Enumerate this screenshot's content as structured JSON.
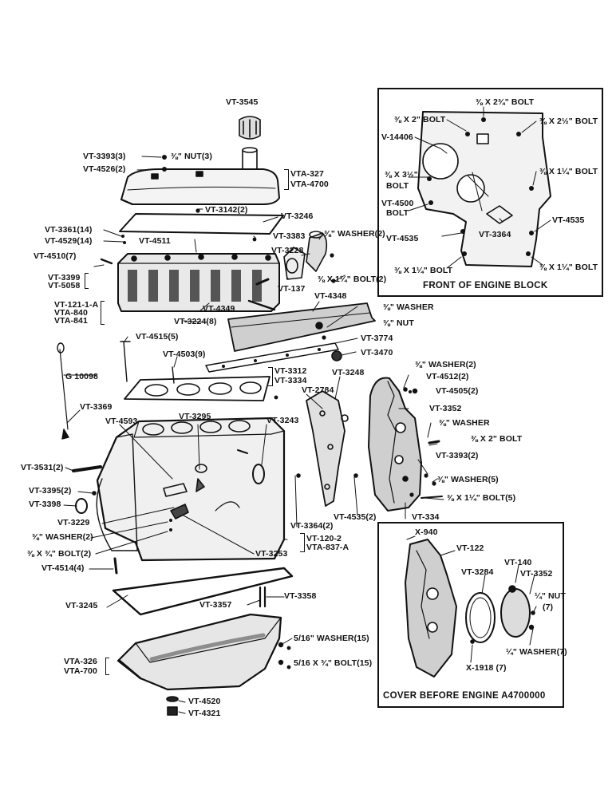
{
  "colors": {
    "ink": "#111111",
    "paper": "#ffffff",
    "shade": "#6a6a6a"
  },
  "captions": {
    "front": "FRONT OF ENGINE BLOCK",
    "cover": "COVER BEFORE ENGINE A4700000"
  },
  "labels": {
    "vt3545": "VT-3545",
    "vt3393_3": "VT-3393(3)",
    "nut3": "⅜\" NUT(3)",
    "vt4526_2": "VT-4526(2)",
    "vta327": "VTA-327",
    "vta4700": "VTA-4700",
    "vt3142_2": "VT-3142(2)",
    "vt3246": "VT-3246",
    "vt3361_14": "VT-3361(14)",
    "vt4529_14": "VT-4529(14)",
    "vt4511": "VT-4511",
    "vt3383": "VT-3383",
    "washer2_top": "⅜\" WASHER(2)",
    "vt4510_7": "VT-4510(7)",
    "vt3228": "VT-3228",
    "vt3399": "VT-3399",
    "vt5058": "VT-5058",
    "vt137": "VT-137",
    "bolt2_top": "⅜ X 1¼\" BOLT(2)",
    "vt121": "VT-121-1-A",
    "vta840": "VTA-840",
    "vta841": "VTA-841",
    "vt4349": "VT-4349",
    "vt4348": "VT-4348",
    "vt3224_8": "VT-3224(8)",
    "washer_mid": "⅜\" WASHER",
    "nut_mid": "⅜\" NUT",
    "vt4515_5": "VT-4515(5)",
    "vt3774": "VT-3774",
    "vt4503_9": "VT-4503(9)",
    "vt3470": "VT-3470",
    "g10098": "G 10098",
    "vt3312": "VT-3312",
    "vt3334": "VT-3334",
    "vt3248": "VT-3248",
    "washer2_right": "⅜\" WASHER(2)",
    "vt4512_2": "VT-4512(2)",
    "vt4505_2": "VT-4505(2)",
    "vt2784": "VT-2784",
    "vt3369": "VT-3369",
    "vt3352": "VT-3352",
    "vt4593": "VT-4593",
    "vt3295": "VT-3295",
    "vt3243": "VT-3243",
    "washer_right": "⅜\" WASHER",
    "bolt_3x2": "⅜ X 2\" BOLT",
    "vt3393_2": "VT-3393(2)",
    "vt3531_2": "VT-3531(2)",
    "washer5": "⅜\" WASHER(5)",
    "vt3395_2": "VT-3395(2)",
    "bolt5": "⅜ X 1¼\" BOLT(5)",
    "vt3398": "VT-3398",
    "vt4535_2": "VT-4535(2)",
    "vt334": "VT-334",
    "vt3229": "VT-3229",
    "vt3364_2": "VT-3364(2)",
    "washer2_left": "⅜\" WASHER(2)",
    "vt120": "VT-120-2",
    "vta837": "VTA-837-A",
    "bolt2_left": "⅜ X ¾\" BOLT(2)",
    "vt3253": "VT-3253",
    "vt4514_4": "VT-4514(4)",
    "vt3245": "VT-3245",
    "vt3357": "VT-3357",
    "vt3358": "VT-3358",
    "washer15": "5/16\" WASHER(15)",
    "vta326": "VTA-326",
    "vta700": "VTA-700",
    "bolt15": "5/16 X ¾\" BOLT(15)",
    "vt4520": "VT-4520",
    "vt4321": "VT-4321"
  },
  "front_labels": {
    "b1": "⅜ X 2¾\" BOLT",
    "b2": "⅜ X 2\" BOLT",
    "b3": "⅜ X 2½\" BOLT",
    "v14406": "V-14406",
    "b4a": "⅜ X 3½\"",
    "b4b": "BOLT",
    "b5": "⅜ X 1¼\" BOLT",
    "v4500a": "VT-4500",
    "v4500b": "BOLT",
    "v4535a": "VT-4535",
    "v3364": "VT-3364",
    "v4535b": "VT-4535",
    "b6": "⅜ X 1¼\" BOLT",
    "b7": "⅜ X 1¼\" BOLT"
  },
  "cover_labels": {
    "x940": "X-940",
    "vt122": "VT-122",
    "vt3284": "VT-3284",
    "vt140": "VT-140",
    "vt3352": "VT-3352",
    "nut": "¼\" NUT",
    "nut7": "(7)",
    "washer7": "¼\" WASHER(7)",
    "x1918": "X-1918 (7)"
  }
}
